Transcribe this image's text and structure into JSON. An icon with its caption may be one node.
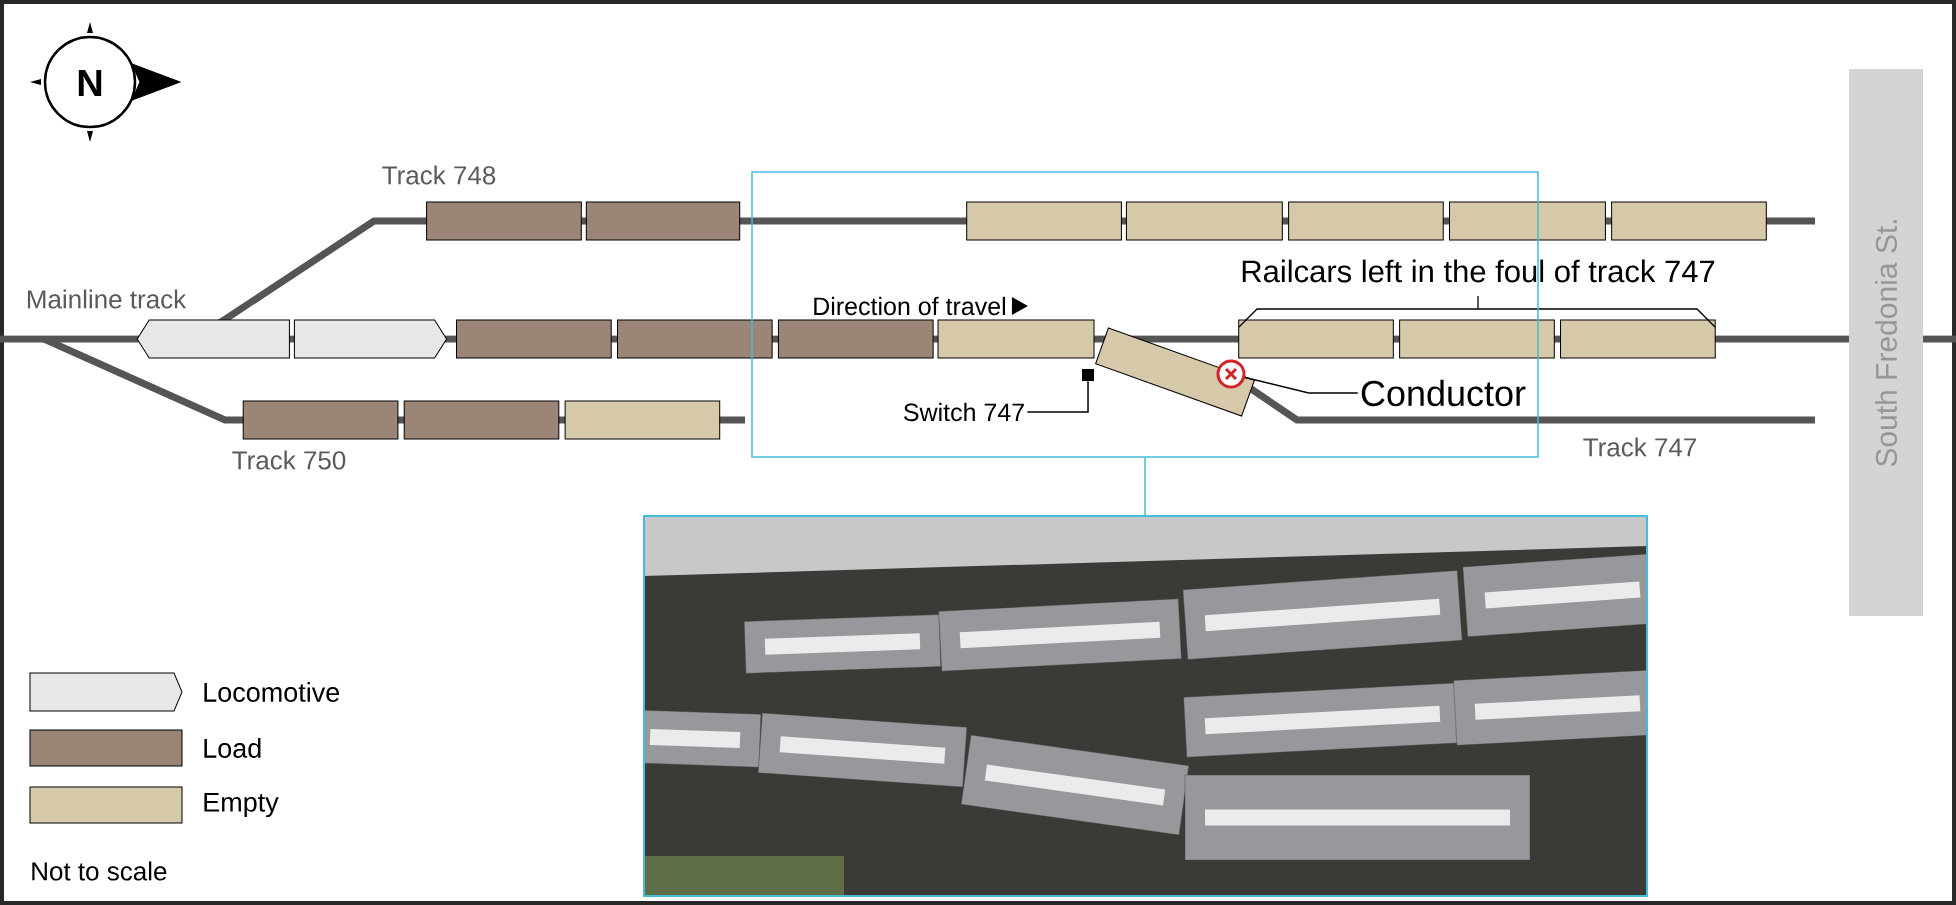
{
  "diagram": {
    "nodes": [
      {
        "text": [],
        "shape": "box"
      },
      {
        "text": [
          "Switch 747"
        ],
        "in": 0
      },
      {
        "text": [],
        "shape": "box",
        "in": 0
      },
      {
        "text": [
          "Conductor"
        ],
        "in": 0
      },
      {
        "text": [],
        "shape": "circle",
        "in": 0
      },
      {
        "text": [],
        "shape": "picture"
      },
      {
        "text": [
          "South Fredonia St."
        ]
      }
    ],
    "edges": [
      {
        "from": 1,
        "to": 2,
        "arrow": "none"
      },
      {
        "from": 3,
        "to": 4,
        "arrow": "none"
      },
      {
        "from": 0,
        "to": 5,
        "arrow": "none",
        "color": "#45bcd8"
      }
    ],
    "labels": [
      "N",
      "Track 748",
      "Mainline track",
      "Direction of travel",
      "Railcars left in the foul of track 747",
      "Track 750",
      "Track 747",
      "Not to scale"
    ],
    "legend": [
      {
        "text": "Locomotive",
        "color": "#e6e7e8"
      },
      {
        "text": "Load",
        "color": "#9b8577"
      },
      {
        "text": "Empty",
        "color": "#d6c9aa"
      }
    ]
  }
}
